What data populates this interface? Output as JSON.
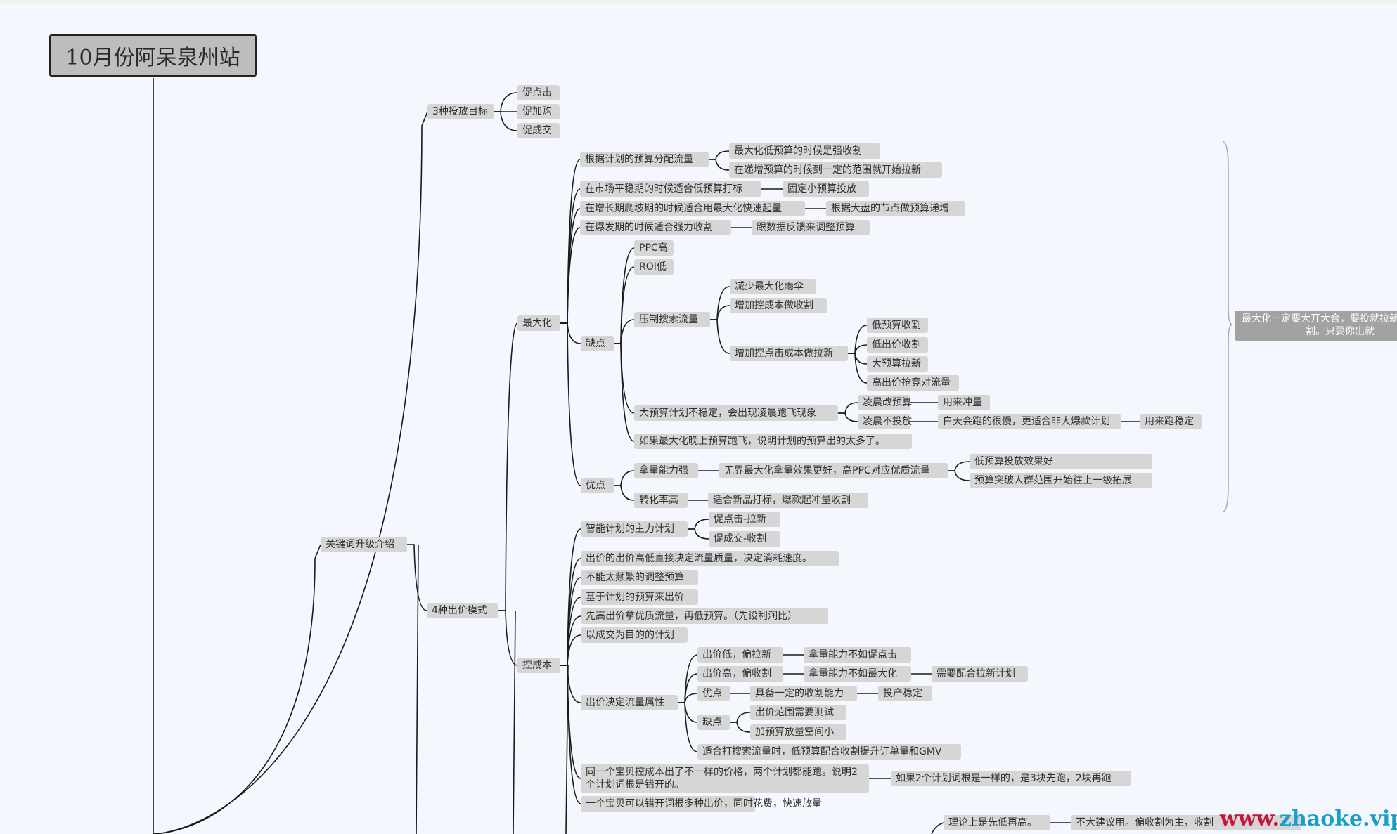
{
  "root": {
    "title": "10月份阿呆泉州站"
  },
  "nodes": {
    "n_goals": "3种投放目标",
    "n_goal1": "促点击",
    "n_goal2": "促加购",
    "n_goal3": "促成交",
    "n_kw": "关键词升级介绍",
    "n_bid4": "4种出价模式",
    "n_max": "最大化",
    "n_m1": "根据计划的预算分配流量",
    "n_m1a": "最大化低预算的时候是强收割",
    "n_m1b": "在递增预算的时候到一定的范围就开始拉新",
    "n_m2": "在市场平稳期的时候适合低预算打标",
    "n_m2a": "固定小预算投放",
    "n_m3": "在增长期爬坡期的时候适合用最大化快速起量",
    "n_m3a": "根据大盘的节点做预算递增",
    "n_m4": "在爆发期的时候适合强力收割",
    "n_m4a": "跟数据反馈来调整预算",
    "n_cons": "缺点",
    "n_c1": "PPC高",
    "n_c2": "ROI低",
    "n_c3": "压制搜索流量",
    "n_c3a": "减少最大化雨伞",
    "n_c3b": "增加控成本做收割",
    "n_c3c": "增加控点击成本做拉新",
    "n_c3c1": "低预算收割",
    "n_c3c2": "低出价收割",
    "n_c3c3": "大预算拉新",
    "n_c3c4": "高出价抢竞对流量",
    "n_c4": "大预算计划不稳定，会出现凌晨跑飞现象",
    "n_c4a": "凌晨改预算",
    "n_c4a1": "用来冲量",
    "n_c4b": "凌晨不投放",
    "n_c4b1": "白天会跑的很慢，更适合非大爆款计划",
    "n_c4b2": "用来跑稳定",
    "n_c5": "如果最大化晚上预算跑飞，说明计划的预算出的太多了。",
    "n_pros": "优点",
    "n_p1": "拿量能力强",
    "n_p1a": "无界最大化拿量效果更好，高PPC对应优质流量",
    "n_p1a1": "低预算投放效果好",
    "n_p1a2": "预算突破人群范围开始往上一级拓展",
    "n_p2": "转化率高",
    "n_p2a": "适合新品打标，爆款起冲量收割",
    "n_cost": "控成本",
    "n_k1": "智能计划的主力计划",
    "n_k1a": "促点击-拉新",
    "n_k1b": "促成交-收割",
    "n_k2": "出价的出价高低直接决定流量质量，决定消耗速度。",
    "n_k3": "不能太频繁的调整预算",
    "n_k4": "基于计划的预算来出价",
    "n_k5": "先高出价拿优质流量，再低预算。（先设利润比）",
    "n_k6": "以成交为目的的计划",
    "n_k7": "出价决定流量属性",
    "n_k7a": "出价低，偏拉新",
    "n_k7a1": "拿量能力不如促点击",
    "n_k7b": "出价高，偏收割",
    "n_k7b1": "拿量能力不如最大化",
    "n_k7b2": "需要配合拉新计划",
    "n_k7c": "优点",
    "n_k7c1": "具备一定的收割能力",
    "n_k7c2": "投产稳定",
    "n_k7d": "缺点",
    "n_k7d1": "出价范围需要测试",
    "n_k7d2": "加预算放量空间小",
    "n_k7e": "适合打搜索流量时，低预算配合收割提升订单量和GMV",
    "n_k8": "同一个宝贝控成本出了不一样的价格，两个计划都能跑。说明2个计划词根是错开的。",
    "n_k8a": "如果2个计划词根是一样的，是3块先跑，2块再跑",
    "n_k9": "一个宝贝可以错开词根多种出价，同时花费，快速放量",
    "n_t1": "理论上是先低再高。",
    "n_t1a": "不大建议用。偏收割为主，收割"
  },
  "note": {
    "text": "最大化一定要大开大合，要投就拉新要投就收割。只要你出就"
  },
  "watermark": {
    "part1": "www.",
    "part2": "zhaoke.vip"
  }
}
